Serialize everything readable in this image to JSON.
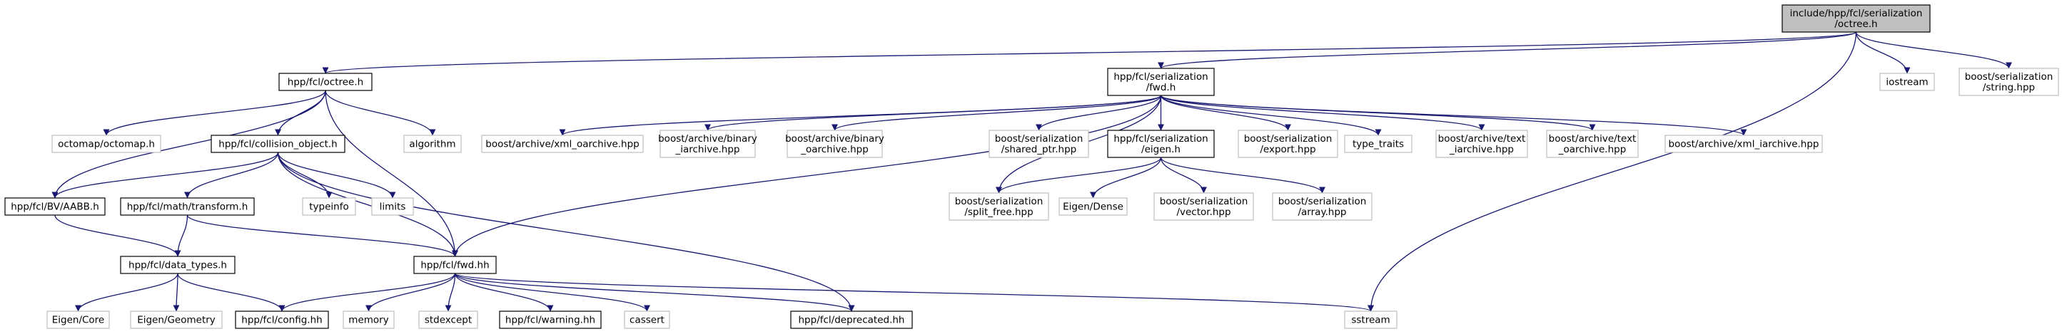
{
  "colors": {
    "edge": "#191970",
    "root_fill": "#bfbfbf",
    "documented_border": "#000000",
    "external_border": "#bfbfbf",
    "background": "#ffffff"
  },
  "nodes": [
    {
      "id": "root",
      "kind": "root",
      "lines": [
        "include/hpp/fcl/serialization",
        "/octree.h"
      ]
    },
    {
      "id": "fcl_octree",
      "kind": "doc",
      "lines": [
        "hpp/fcl/octree.h"
      ]
    },
    {
      "id": "ser_fwd",
      "kind": "doc",
      "lines": [
        "hpp/fcl/serialization",
        "/fwd.h"
      ]
    },
    {
      "id": "iostream",
      "kind": "ext",
      "lines": [
        "iostream"
      ]
    },
    {
      "id": "string_hpp",
      "kind": "ext",
      "lines": [
        "boost/serialization",
        "/string.hpp"
      ]
    },
    {
      "id": "octomap",
      "kind": "ext",
      "lines": [
        "octomap/octomap.h"
      ]
    },
    {
      "id": "collision_object",
      "kind": "doc",
      "lines": [
        "hpp/fcl/collision_object.h"
      ]
    },
    {
      "id": "algorithm",
      "kind": "ext",
      "lines": [
        "algorithm"
      ]
    },
    {
      "id": "xml_oarchive",
      "kind": "ext",
      "lines": [
        "boost/archive/xml_oarchive.hpp"
      ]
    },
    {
      "id": "binary_iarchive",
      "kind": "ext",
      "lines": [
        "boost/archive/binary",
        "_iarchive.hpp"
      ]
    },
    {
      "id": "binary_oarchive",
      "kind": "ext",
      "lines": [
        "boost/archive/binary",
        "_oarchive.hpp"
      ]
    },
    {
      "id": "shared_ptr",
      "kind": "ext",
      "lines": [
        "boost/serialization",
        "/shared_ptr.hpp"
      ]
    },
    {
      "id": "ser_eigen",
      "kind": "doc",
      "lines": [
        "hpp/fcl/serialization",
        "/eigen.h"
      ]
    },
    {
      "id": "export_hpp",
      "kind": "ext",
      "lines": [
        "boost/serialization",
        "/export.hpp"
      ]
    },
    {
      "id": "type_traits",
      "kind": "ext",
      "lines": [
        "type_traits"
      ]
    },
    {
      "id": "text_iarchive",
      "kind": "ext",
      "lines": [
        "boost/archive/text",
        "_iarchive.hpp"
      ]
    },
    {
      "id": "text_oarchive",
      "kind": "ext",
      "lines": [
        "boost/archive/text",
        "_oarchive.hpp"
      ]
    },
    {
      "id": "xml_iarchive",
      "kind": "ext",
      "lines": [
        "boost/archive/xml_iarchive.hpp"
      ]
    },
    {
      "id": "aabb",
      "kind": "doc",
      "lines": [
        "hpp/fcl/BV/AABB.h"
      ]
    },
    {
      "id": "transform",
      "kind": "doc",
      "lines": [
        "hpp/fcl/math/transform.h"
      ]
    },
    {
      "id": "typeinfo",
      "kind": "ext",
      "lines": [
        "typeinfo"
      ]
    },
    {
      "id": "limits",
      "kind": "ext",
      "lines": [
        "limits"
      ]
    },
    {
      "id": "split_free",
      "kind": "ext",
      "lines": [
        "boost/serialization",
        "/split_free.hpp"
      ]
    },
    {
      "id": "eigen_dense",
      "kind": "ext",
      "lines": [
        "Eigen/Dense"
      ]
    },
    {
      "id": "vector_hpp",
      "kind": "ext",
      "lines": [
        "boost/serialization",
        "/vector.hpp"
      ]
    },
    {
      "id": "array_hpp",
      "kind": "ext",
      "lines": [
        "boost/serialization",
        "/array.hpp"
      ]
    },
    {
      "id": "data_types",
      "kind": "doc",
      "lines": [
        "hpp/fcl/data_types.h"
      ]
    },
    {
      "id": "fcl_fwd",
      "kind": "doc",
      "lines": [
        "hpp/fcl/fwd.hh"
      ]
    },
    {
      "id": "eigen_core",
      "kind": "ext",
      "lines": [
        "Eigen/Core"
      ]
    },
    {
      "id": "eigen_geometry",
      "kind": "ext",
      "lines": [
        "Eigen/Geometry"
      ]
    },
    {
      "id": "config",
      "kind": "doc",
      "lines": [
        "hpp/fcl/config.hh"
      ]
    },
    {
      "id": "memory",
      "kind": "ext",
      "lines": [
        "memory"
      ]
    },
    {
      "id": "stdexcept",
      "kind": "ext",
      "lines": [
        "stdexcept"
      ]
    },
    {
      "id": "warning",
      "kind": "doc",
      "lines": [
        "hpp/fcl/warning.hh"
      ]
    },
    {
      "id": "cassert",
      "kind": "ext",
      "lines": [
        "cassert"
      ]
    },
    {
      "id": "deprecated",
      "kind": "doc",
      "lines": [
        "hpp/fcl/deprecated.hh"
      ]
    },
    {
      "id": "sstream",
      "kind": "ext",
      "lines": [
        "sstream"
      ]
    }
  ],
  "edges": [
    [
      "root",
      "fcl_octree"
    ],
    [
      "root",
      "ser_fwd"
    ],
    [
      "root",
      "iostream"
    ],
    [
      "root",
      "string_hpp"
    ],
    [
      "root",
      "sstream"
    ],
    [
      "fcl_octree",
      "octomap"
    ],
    [
      "fcl_octree",
      "collision_object"
    ],
    [
      "fcl_octree",
      "algorithm"
    ],
    [
      "fcl_octree",
      "aabb"
    ],
    [
      "fcl_octree",
      "fcl_fwd"
    ],
    [
      "ser_fwd",
      "xml_oarchive"
    ],
    [
      "ser_fwd",
      "binary_iarchive"
    ],
    [
      "ser_fwd",
      "binary_oarchive"
    ],
    [
      "ser_fwd",
      "shared_ptr"
    ],
    [
      "ser_fwd",
      "ser_eigen"
    ],
    [
      "ser_fwd",
      "export_hpp"
    ],
    [
      "ser_fwd",
      "type_traits"
    ],
    [
      "ser_fwd",
      "text_iarchive"
    ],
    [
      "ser_fwd",
      "text_oarchive"
    ],
    [
      "ser_fwd",
      "xml_iarchive"
    ],
    [
      "ser_fwd",
      "split_free"
    ],
    [
      "ser_fwd",
      "fcl_fwd"
    ],
    [
      "collision_object",
      "aabb"
    ],
    [
      "collision_object",
      "transform"
    ],
    [
      "collision_object",
      "typeinfo"
    ],
    [
      "collision_object",
      "limits"
    ],
    [
      "collision_object",
      "fcl_fwd"
    ],
    [
      "collision_object",
      "deprecated"
    ],
    [
      "ser_eigen",
      "split_free"
    ],
    [
      "ser_eigen",
      "eigen_dense"
    ],
    [
      "ser_eigen",
      "vector_hpp"
    ],
    [
      "ser_eigen",
      "array_hpp"
    ],
    [
      "aabb",
      "data_types"
    ],
    [
      "transform",
      "data_types"
    ],
    [
      "transform",
      "fcl_fwd"
    ],
    [
      "data_types",
      "eigen_core"
    ],
    [
      "data_types",
      "eigen_geometry"
    ],
    [
      "data_types",
      "config"
    ],
    [
      "fcl_fwd",
      "config"
    ],
    [
      "fcl_fwd",
      "memory"
    ],
    [
      "fcl_fwd",
      "stdexcept"
    ],
    [
      "fcl_fwd",
      "warning"
    ],
    [
      "fcl_fwd",
      "cassert"
    ],
    [
      "fcl_fwd",
      "deprecated"
    ],
    [
      "fcl_fwd",
      "sstream"
    ]
  ]
}
